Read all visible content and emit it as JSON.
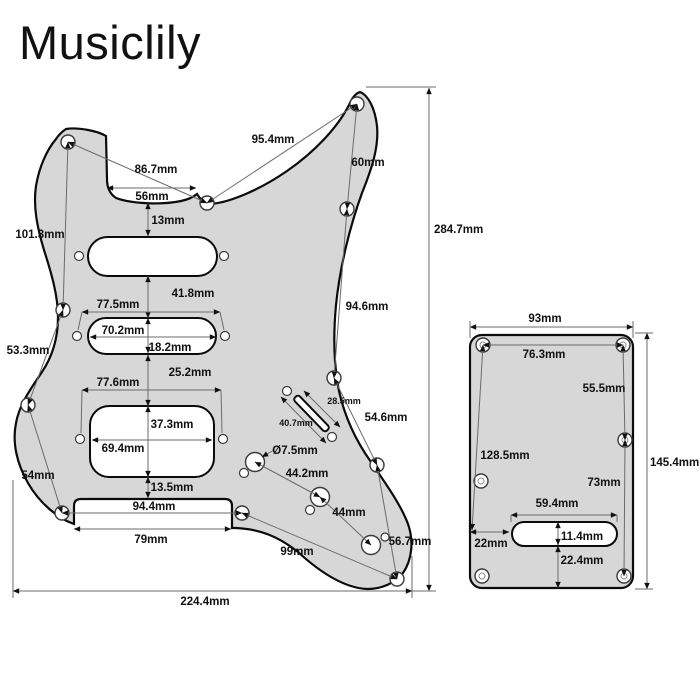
{
  "brand": "Musiclily",
  "diagram_title": "HSS pickguard and tremolo back plate dimension drawing",
  "colors": {
    "background": "#ffffff",
    "plate_fill": "#d7d7d7",
    "outline": "#0b0b0b",
    "dimension_line": "#6b6b6b",
    "label_text": "#111111"
  },
  "pickguard": {
    "name": "HSS 11-hole pickguard",
    "labels": {
      "d95_4": "95.4mm",
      "d86_7": "86.7mm",
      "d56": "56mm",
      "d13": "13mm",
      "d101_3": "101.3mm",
      "d60": "60mm",
      "d284_7": "284.7mm",
      "d41_8": "41.8mm",
      "d77_5": "77.5mm",
      "d70_2": "70.2mm",
      "d18_2": "18.2mm",
      "d94_6": "94.6mm",
      "d53_3": "53.3mm",
      "d25_2": "25.2mm",
      "d77_6": "77.6mm",
      "d37_3": "37.3mm",
      "d69_4": "69.4mm",
      "d54_6": "54.6mm",
      "d28_5": "28.5mm",
      "d40_7": "40.7mm",
      "d7_5": "Ø7.5mm",
      "d44_2": "44.2mm",
      "d13_5": "13.5mm",
      "d54": "54mm",
      "d94_4": "94.4mm",
      "d44": "44mm",
      "d79": "79mm",
      "d99": "99mm",
      "d56_7": "56.7mm",
      "d224_4": "224.4mm"
    }
  },
  "backplate": {
    "name": "Tremolo cover back plate",
    "labels": {
      "d93": "93mm",
      "d76_3": "76.3mm",
      "d55_5": "55.5mm",
      "d128_5": "128.5mm",
      "d145_4": "145.4mm",
      "d73": "73mm",
      "d59_4": "59.4mm",
      "d22": "22mm",
      "d11_4": "11.4mm",
      "d22_4": "22.4mm"
    }
  }
}
